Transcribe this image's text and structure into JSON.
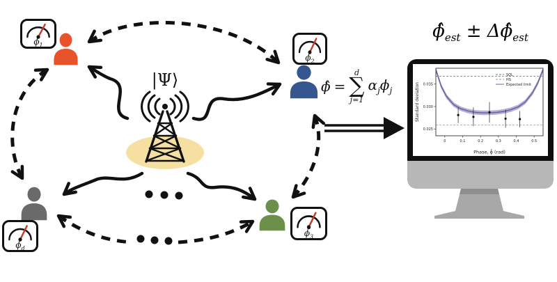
{
  "figure": {
    "state_label": "|Ψ⟩",
    "formula": {
      "lhs": "ϕ̂",
      "eq": "=",
      "sum_upper": "d",
      "sigma": "∑",
      "sum_lower": "j=1",
      "alpha": "α",
      "alpha_sub": "j",
      "phi": "ϕ",
      "phi_sub": "j"
    },
    "nodes": [
      {
        "id": "sensor-1",
        "color": "#E8532C",
        "gauge": {
          "symbol": "ϕ",
          "sub": "1"
        }
      },
      {
        "id": "sensor-2",
        "color": "#35568E",
        "gauge": {
          "symbol": "ϕ",
          "sub": "2"
        }
      },
      {
        "id": "sensor-3",
        "color": "#6C8F49",
        "gauge": {
          "symbol": "ϕ",
          "sub": "3"
        }
      },
      {
        "id": "sensor-d",
        "color": "#6A6A6A",
        "gauge": {
          "symbol": "ϕ",
          "sub": "d"
        }
      }
    ],
    "colors": {
      "broadcast_area": "#F5E0A2",
      "arrows": "#111111",
      "gauge_needle": "#C13B2A"
    }
  },
  "monitor": {
    "title": {
      "phi_hat": "ϕ̂",
      "sub1": "est",
      "pm": "±",
      "delta_phi_hat": "Δϕ̂",
      "sub2": "est"
    }
  },
  "chart_data": {
    "type": "line",
    "title": "",
    "xlabel": "Phase, ϕ̂ (rad)",
    "ylabel": "Standard deviation",
    "xlim": [
      -0.05,
      0.55
    ],
    "ylim": [
      0.0235,
      0.0385
    ],
    "xticks": [
      {
        "v": 0,
        "label": "0"
      },
      {
        "v": 0.1,
        "label": "0.1"
      },
      {
        "v": 0.2,
        "label": "0.2"
      },
      {
        "v": 0.3,
        "label": "0.3"
      },
      {
        "v": 0.4,
        "label": "0.4"
      },
      {
        "v": 0.5,
        "label": "0.5"
      }
    ],
    "yticks": [
      {
        "v": 0.025,
        "label": "0.025"
      },
      {
        "v": 0.03,
        "label": "0.030"
      },
      {
        "v": 0.035,
        "label": "0.035"
      }
    ],
    "grid": false,
    "legend_position": "top-right",
    "legend": [
      {
        "label": "SQL",
        "color": "#3F8C7D",
        "dash": true
      },
      {
        "label": "HS",
        "color": "#999999",
        "dash": true
      },
      {
        "label": "Expected limit",
        "color": "#6F63A5",
        "dash": false
      }
    ],
    "hlines": [
      {
        "label": "SQL",
        "y": 0.0367,
        "color": "#3F8C7D"
      },
      {
        "label": "HS",
        "y": 0.0259,
        "color": "#9A9A9A"
      }
    ],
    "series": [
      {
        "name": "Expected limit",
        "color": "#6F63A5",
        "band_color": "#ABA2CC",
        "band_halfwidth": 0.0005,
        "x": [
          -0.05,
          -0.02,
          0.01,
          0.05,
          0.09,
          0.13,
          0.17,
          0.21,
          0.25,
          0.29,
          0.33,
          0.37,
          0.41,
          0.45,
          0.49,
          0.52,
          0.55
        ],
        "y": [
          0.0382,
          0.0345,
          0.0322,
          0.0304,
          0.0295,
          0.029,
          0.0287,
          0.0286,
          0.0286,
          0.0287,
          0.0289,
          0.0293,
          0.0299,
          0.031,
          0.033,
          0.0352,
          0.0382
        ]
      }
    ],
    "points": [
      {
        "x": 0.075,
        "y": 0.0281,
        "err": 0.0018
      },
      {
        "x": 0.16,
        "y": 0.0277,
        "err": 0.0021
      },
      {
        "x": 0.25,
        "y": 0.0287,
        "err": 0.0023
      },
      {
        "x": 0.34,
        "y": 0.0273,
        "err": 0.002
      },
      {
        "x": 0.42,
        "y": 0.0272,
        "err": 0.0018
      }
    ]
  }
}
